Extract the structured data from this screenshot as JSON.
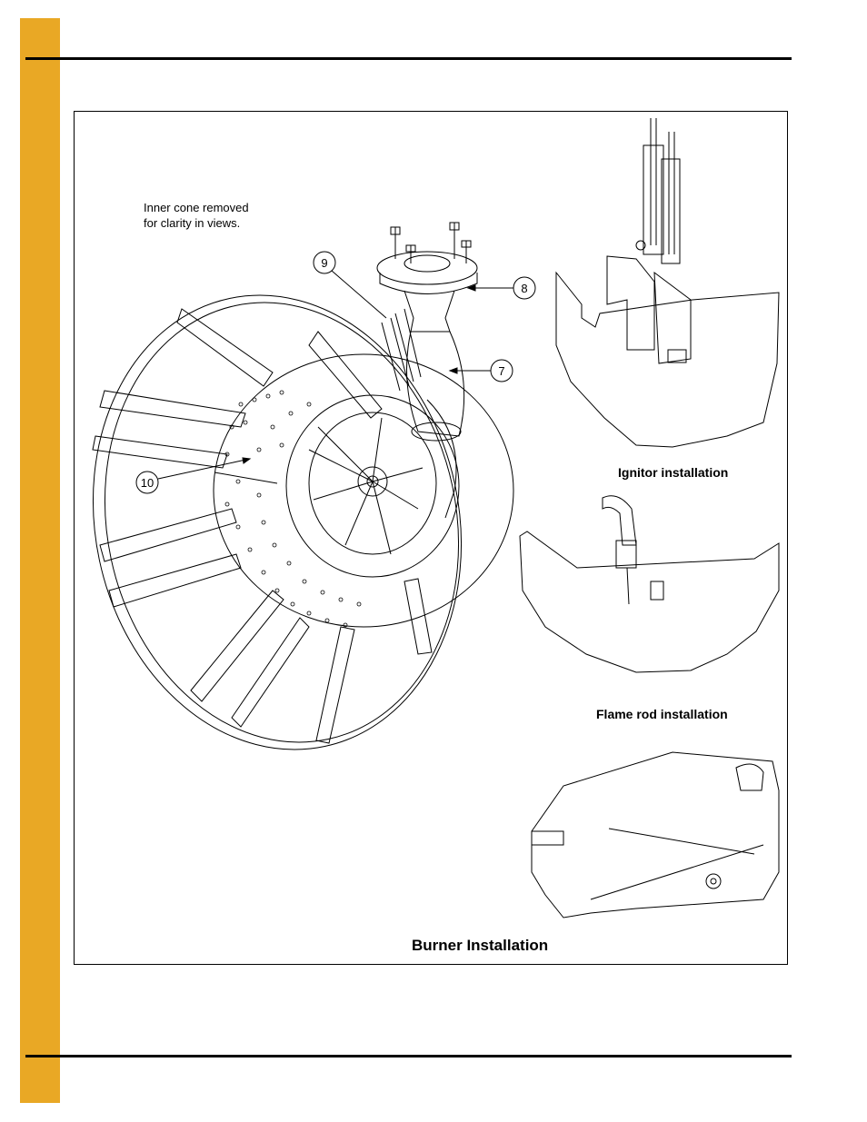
{
  "notes": {
    "line1": "Inner cone removed",
    "line2": "for clarity in views."
  },
  "callouts": [
    {
      "id": "9",
      "label": "9"
    },
    {
      "id": "8",
      "label": "8"
    },
    {
      "id": "7",
      "label": "7"
    },
    {
      "id": "10",
      "label": "10"
    }
  ],
  "captions": {
    "ignitor": "Ignitor installation",
    "flame_rod": "Flame rod installation",
    "figure_title": "Burner Installation"
  },
  "colors": {
    "side_bar": "#e9a825",
    "line": "#000000"
  }
}
